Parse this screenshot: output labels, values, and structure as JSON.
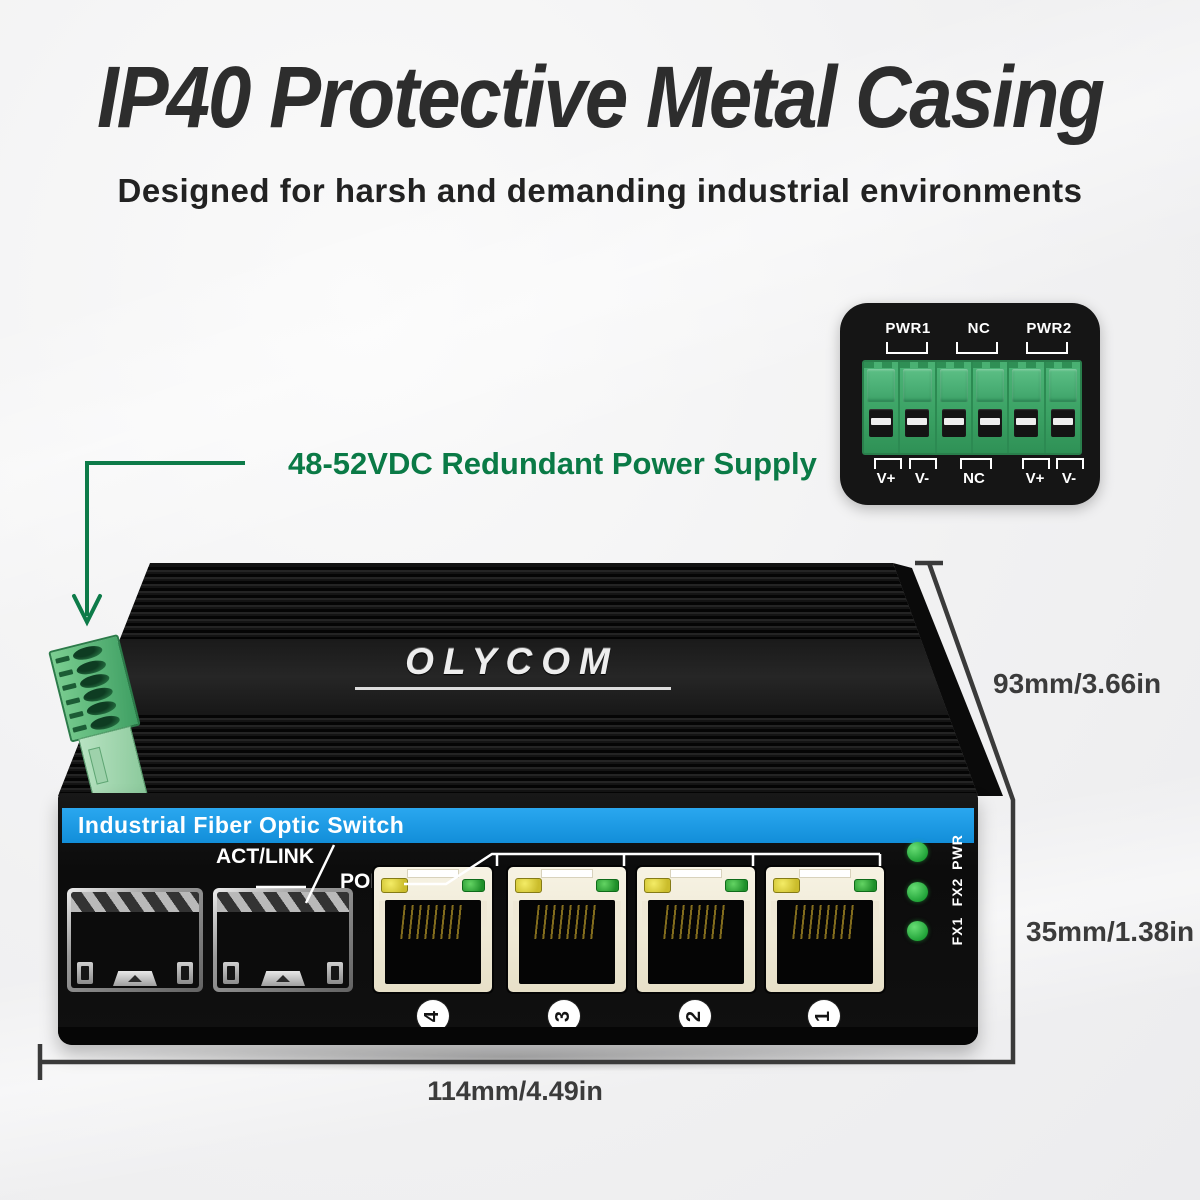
{
  "header": {
    "title": "IP40 Protective Metal Casing",
    "subtitle": "Designed for harsh and demanding industrial environments"
  },
  "callout": {
    "power_label": "48-52VDC Redundant Power Supply"
  },
  "power_inset": {
    "top_labels": [
      "PWR1",
      "NC",
      "PWR2"
    ],
    "bottom_labels": [
      "V+",
      "V-",
      "NC",
      "V+",
      "V-"
    ]
  },
  "device": {
    "brand": "OLYCOM",
    "front_panel_title": "Industrial Fiber Optic Switch",
    "led_caption_act_link": "ACT/LINK",
    "led_caption_poe": "POE",
    "status_led_labels": [
      "PWR",
      "FX2",
      "FX1"
    ],
    "port_numbers": [
      "4",
      "3",
      "2",
      "1"
    ]
  },
  "dimensions": {
    "depth_label": "93mm/3.66in",
    "height_label": "35mm/1.38in",
    "width_label": "114mm/4.49in"
  },
  "colors": {
    "accent_blue": "#1b9ae4",
    "annotation_green": "#0d7b49",
    "terminal_green": "#3fae6e",
    "status_led_green": "#2eb843",
    "port_led_yellow": "#ddd23f",
    "dimension_gray": "#3a3a3a"
  }
}
